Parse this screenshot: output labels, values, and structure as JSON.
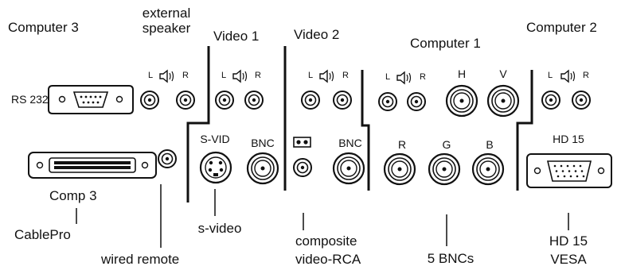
{
  "sections": {
    "computer3": "Computer 3",
    "external_speaker": [
      "external",
      "speaker"
    ],
    "video1": "Video 1",
    "video2": "Video 2",
    "computer1": "Computer 1",
    "computer2": "Computer 2"
  },
  "audio": {
    "left": "L",
    "right": "R"
  },
  "ports": {
    "rs232": "RS 232",
    "svid": "S-VID",
    "bnc_video1": "BNC",
    "bnc_video2": "BNC",
    "hsync": "H",
    "vsync": "V",
    "red": "R",
    "green": "G",
    "blue": "B",
    "hd15": "HD 15"
  },
  "callouts": {
    "comp3": "Comp 3",
    "cablepro": "CablePro",
    "wired_remote": "wired remote",
    "svideo": "s-video",
    "composite": [
      "composite",
      "video-RCA"
    ],
    "five_bncs": "5 BNCs",
    "hd15_vesa": [
      "HD 15",
      "VESA"
    ]
  }
}
